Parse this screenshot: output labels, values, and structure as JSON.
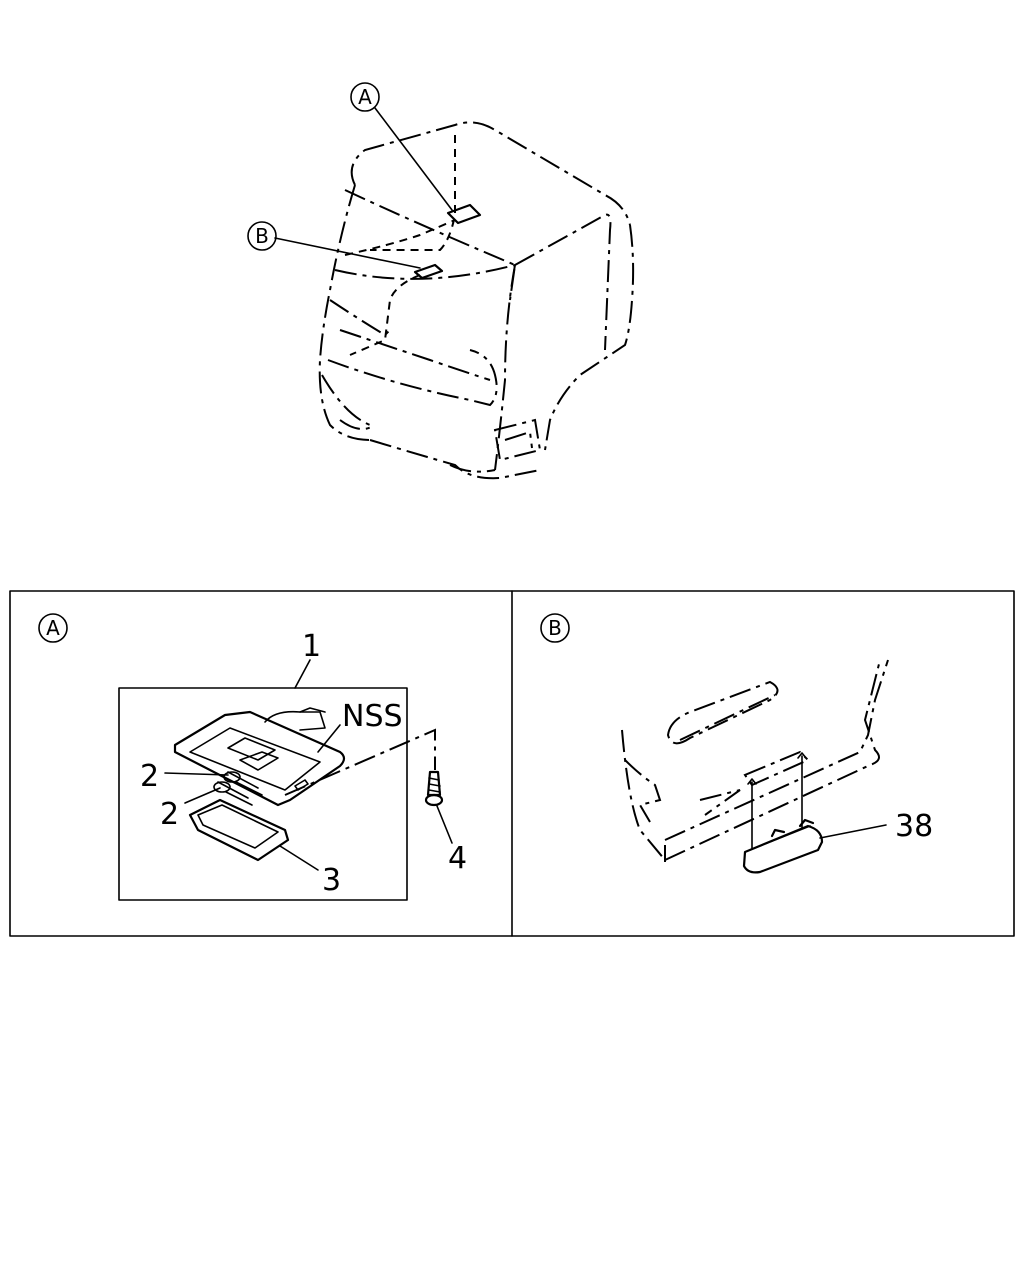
{
  "overview": {
    "callout_a": "A",
    "callout_b": "B"
  },
  "panel_a": {
    "id_label": "A",
    "parts": [
      "1",
      "NSS",
      "2",
      "2",
      "3",
      "4"
    ]
  },
  "panel_b": {
    "id_label": "B",
    "parts": [
      "38"
    ]
  }
}
